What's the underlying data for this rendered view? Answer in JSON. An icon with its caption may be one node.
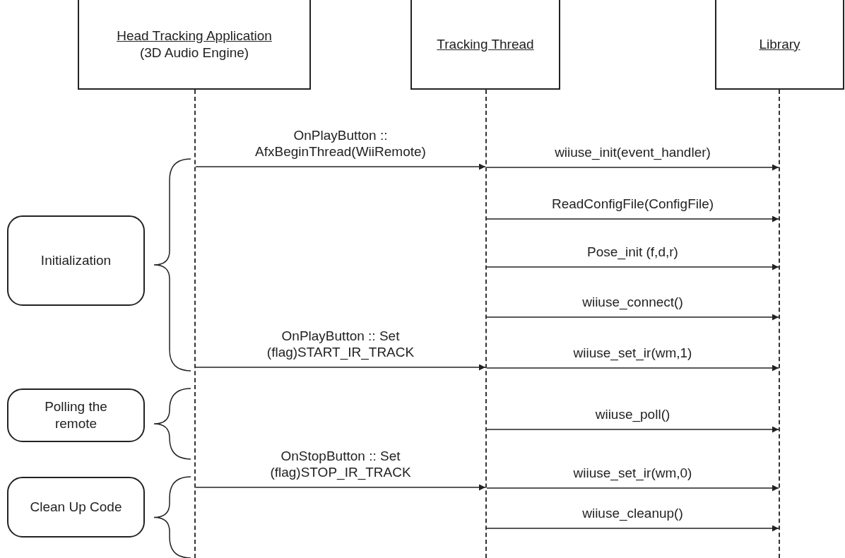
{
  "diagram": {
    "nodes": [
      {
        "text": [
          "Head Tracking Application",
          "(3D Audio Engine)"
        ]
      },
      {
        "text": [
          "Tracking Thread"
        ]
      },
      {
        "text": [
          "Library"
        ]
      },
      {
        "text": [],
        "shape": "bar"
      },
      {
        "text": [],
        "shape": "bar"
      },
      {
        "text": [],
        "shape": "bar"
      },
      {
        "text": [
          "Initialization"
        ]
      },
      {
        "text": [
          "Polling the remote"
        ]
      },
      {
        "text": [
          "Clean Up Code"
        ]
      }
    ],
    "edges": [
      {
        "from": 3,
        "to": 4,
        "arrow": "to",
        "label": "OnPlayButton :: AfxBeginThread(WiiRemote)"
      },
      {
        "from": 4,
        "to": 5,
        "arrow": "to",
        "label": "wiiuse_init(event_handler)"
      },
      {
        "from": 4,
        "to": 5,
        "arrow": "to",
        "label": "ReadConfigFile(ConfigFile)"
      },
      {
        "from": 4,
        "to": 5,
        "arrow": "to",
        "label": "Pose_init (f,d,r)"
      },
      {
        "from": 4,
        "to": 5,
        "arrow": "to",
        "label": "wiiuse_connect()"
      },
      {
        "from": 3,
        "to": 4,
        "arrow": "to",
        "label": "OnPlayButton :: Set (flag)START_IR_TRACK"
      },
      {
        "from": 4,
        "to": 5,
        "arrow": "to",
        "label": "wiiuse_set_ir(wm,1)"
      },
      {
        "from": 4,
        "to": 5,
        "arrow": "to",
        "label": "wiiuse_poll()"
      },
      {
        "from": 3,
        "to": 4,
        "arrow": "to",
        "label": "OnStopButton :: Set (flag)STOP_IR_TRACK"
      },
      {
        "from": 4,
        "to": 5,
        "arrow": "to",
        "label": "wiiuse_set_ir(wm,0)"
      },
      {
        "from": 4,
        "to": 5,
        "arrow": "to",
        "label": "wiiuse_cleanup()"
      }
    ]
  }
}
